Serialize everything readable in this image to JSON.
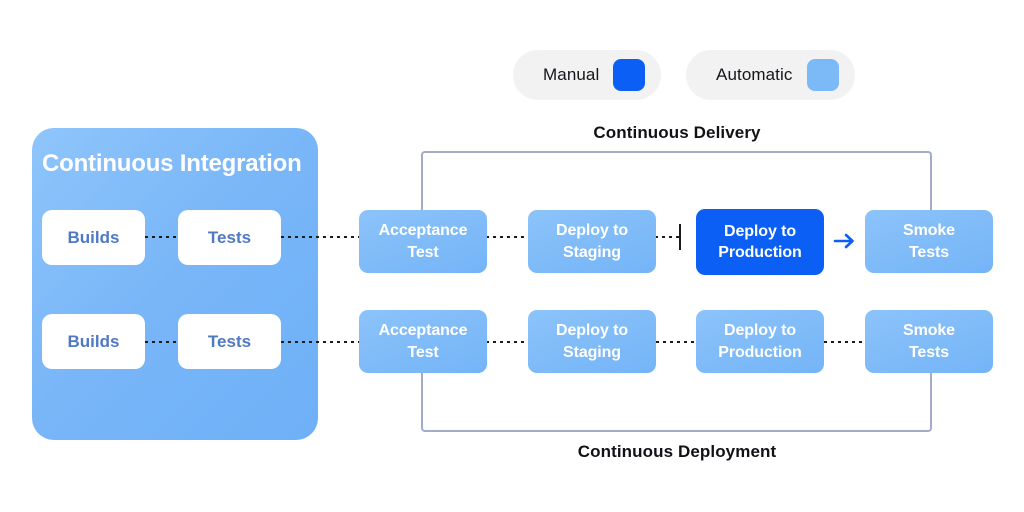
{
  "legend": {
    "items": [
      {
        "label": "Manual",
        "color": "#0b5ff5",
        "swatch_icon": "color-swatch-icon"
      },
      {
        "label": "Automatic",
        "color": "#7cb9f7",
        "swatch_icon": "color-swatch-icon"
      }
    ]
  },
  "captions": {
    "delivery": "Continuous Delivery",
    "deployment": "Continuous Deployment"
  },
  "ci": {
    "title": "Continuous Integration",
    "rows": [
      {
        "boxes": [
          "Builds",
          "Tests"
        ]
      },
      {
        "boxes": [
          "Builds",
          "Tests"
        ]
      }
    ]
  },
  "pipeline": {
    "rows": [
      {
        "name": "continuous-delivery-row",
        "nodes": [
          {
            "line1": "Acceptance",
            "line2": "Test",
            "mode": "Automatic"
          },
          {
            "line1": "Deploy to",
            "line2": "Staging",
            "mode": "Automatic"
          },
          {
            "line1": "Deploy to",
            "line2": "Production",
            "mode": "Manual"
          },
          {
            "line1": "Smoke",
            "line2": "Tests",
            "mode": "Automatic"
          }
        ]
      },
      {
        "name": "continuous-deployment-row",
        "nodes": [
          {
            "line1": "Acceptance",
            "line2": "Test",
            "mode": "Automatic"
          },
          {
            "line1": "Deploy to",
            "line2": "Staging",
            "mode": "Automatic"
          },
          {
            "line1": "Deploy to",
            "line2": "Production",
            "mode": "Automatic"
          },
          {
            "line1": "Smoke",
            "line2": "Tests",
            "mode": "Automatic"
          }
        ]
      }
    ],
    "arrow_icon": "arrow-right-icon",
    "arrow_color": "#0b5ff5"
  },
  "colors": {
    "manual_blue": "#0b5ff5",
    "automatic_blue": "#7cb9f7",
    "panel_blue": "#79b6f8",
    "bracket": "#a3abcb",
    "ci_box_text": "#5079c4",
    "legend_pill_bg": "#f2f2f3"
  }
}
